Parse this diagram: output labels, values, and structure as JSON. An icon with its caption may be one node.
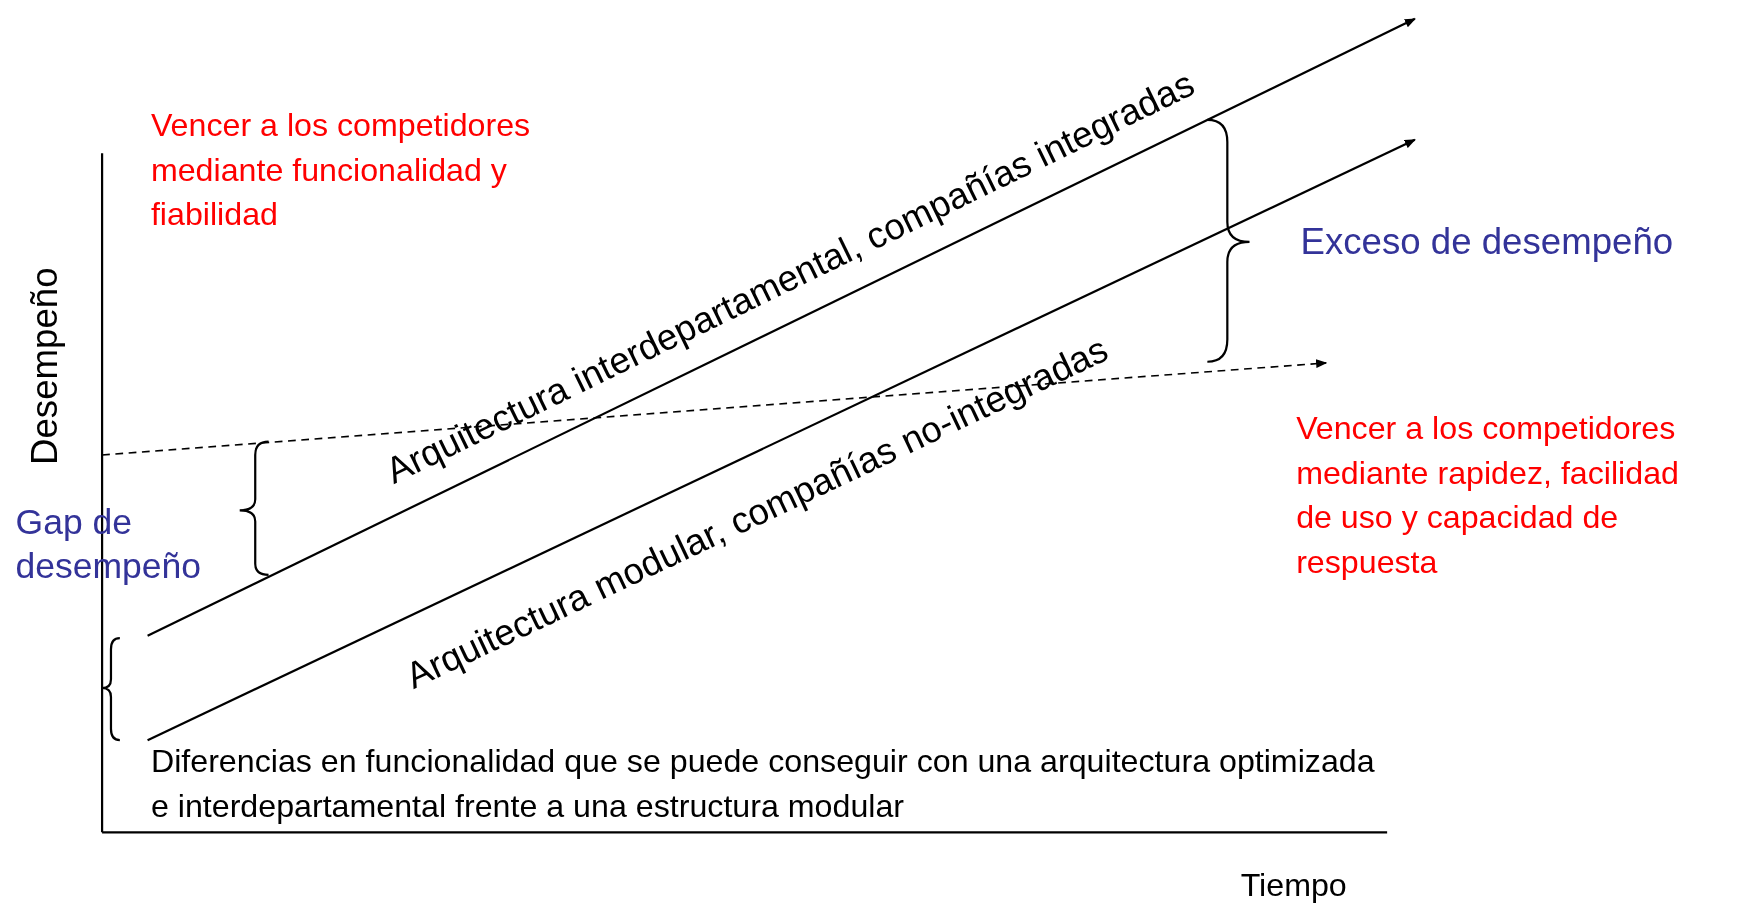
{
  "diagram": {
    "labels": [
      "Vencer a los competidores mediante funcionalidad y fiabilidad",
      "Arquitectura interdepartamental, compañías integradas",
      "Exceso de desempeño",
      "Desempeño",
      "Arquitectura modular, compañías no-integradas",
      "Vencer a los competidores mediante rapidez, facilidad de uso y capacidad de respuesta",
      "Gap de desempeño",
      "Diferencias en funcionalidad que se puede conseguir con una arquitectura optimizada e interdepartamental frente a una estructura modular",
      "Tiempo"
    ]
  }
}
